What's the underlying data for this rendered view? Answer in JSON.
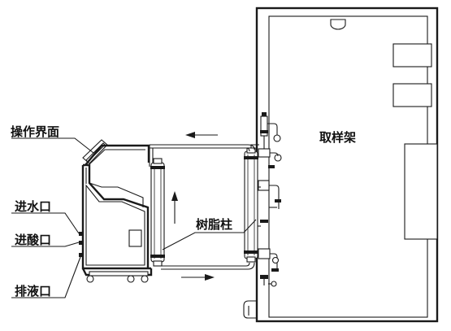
{
  "labels": {
    "operation_interface": "操作界面",
    "water_inlet": "进水口",
    "acid_inlet": "进酸口",
    "drain_outlet": "排液口",
    "resin_column": "树脂柱",
    "sample_rack": "取样架"
  }
}
